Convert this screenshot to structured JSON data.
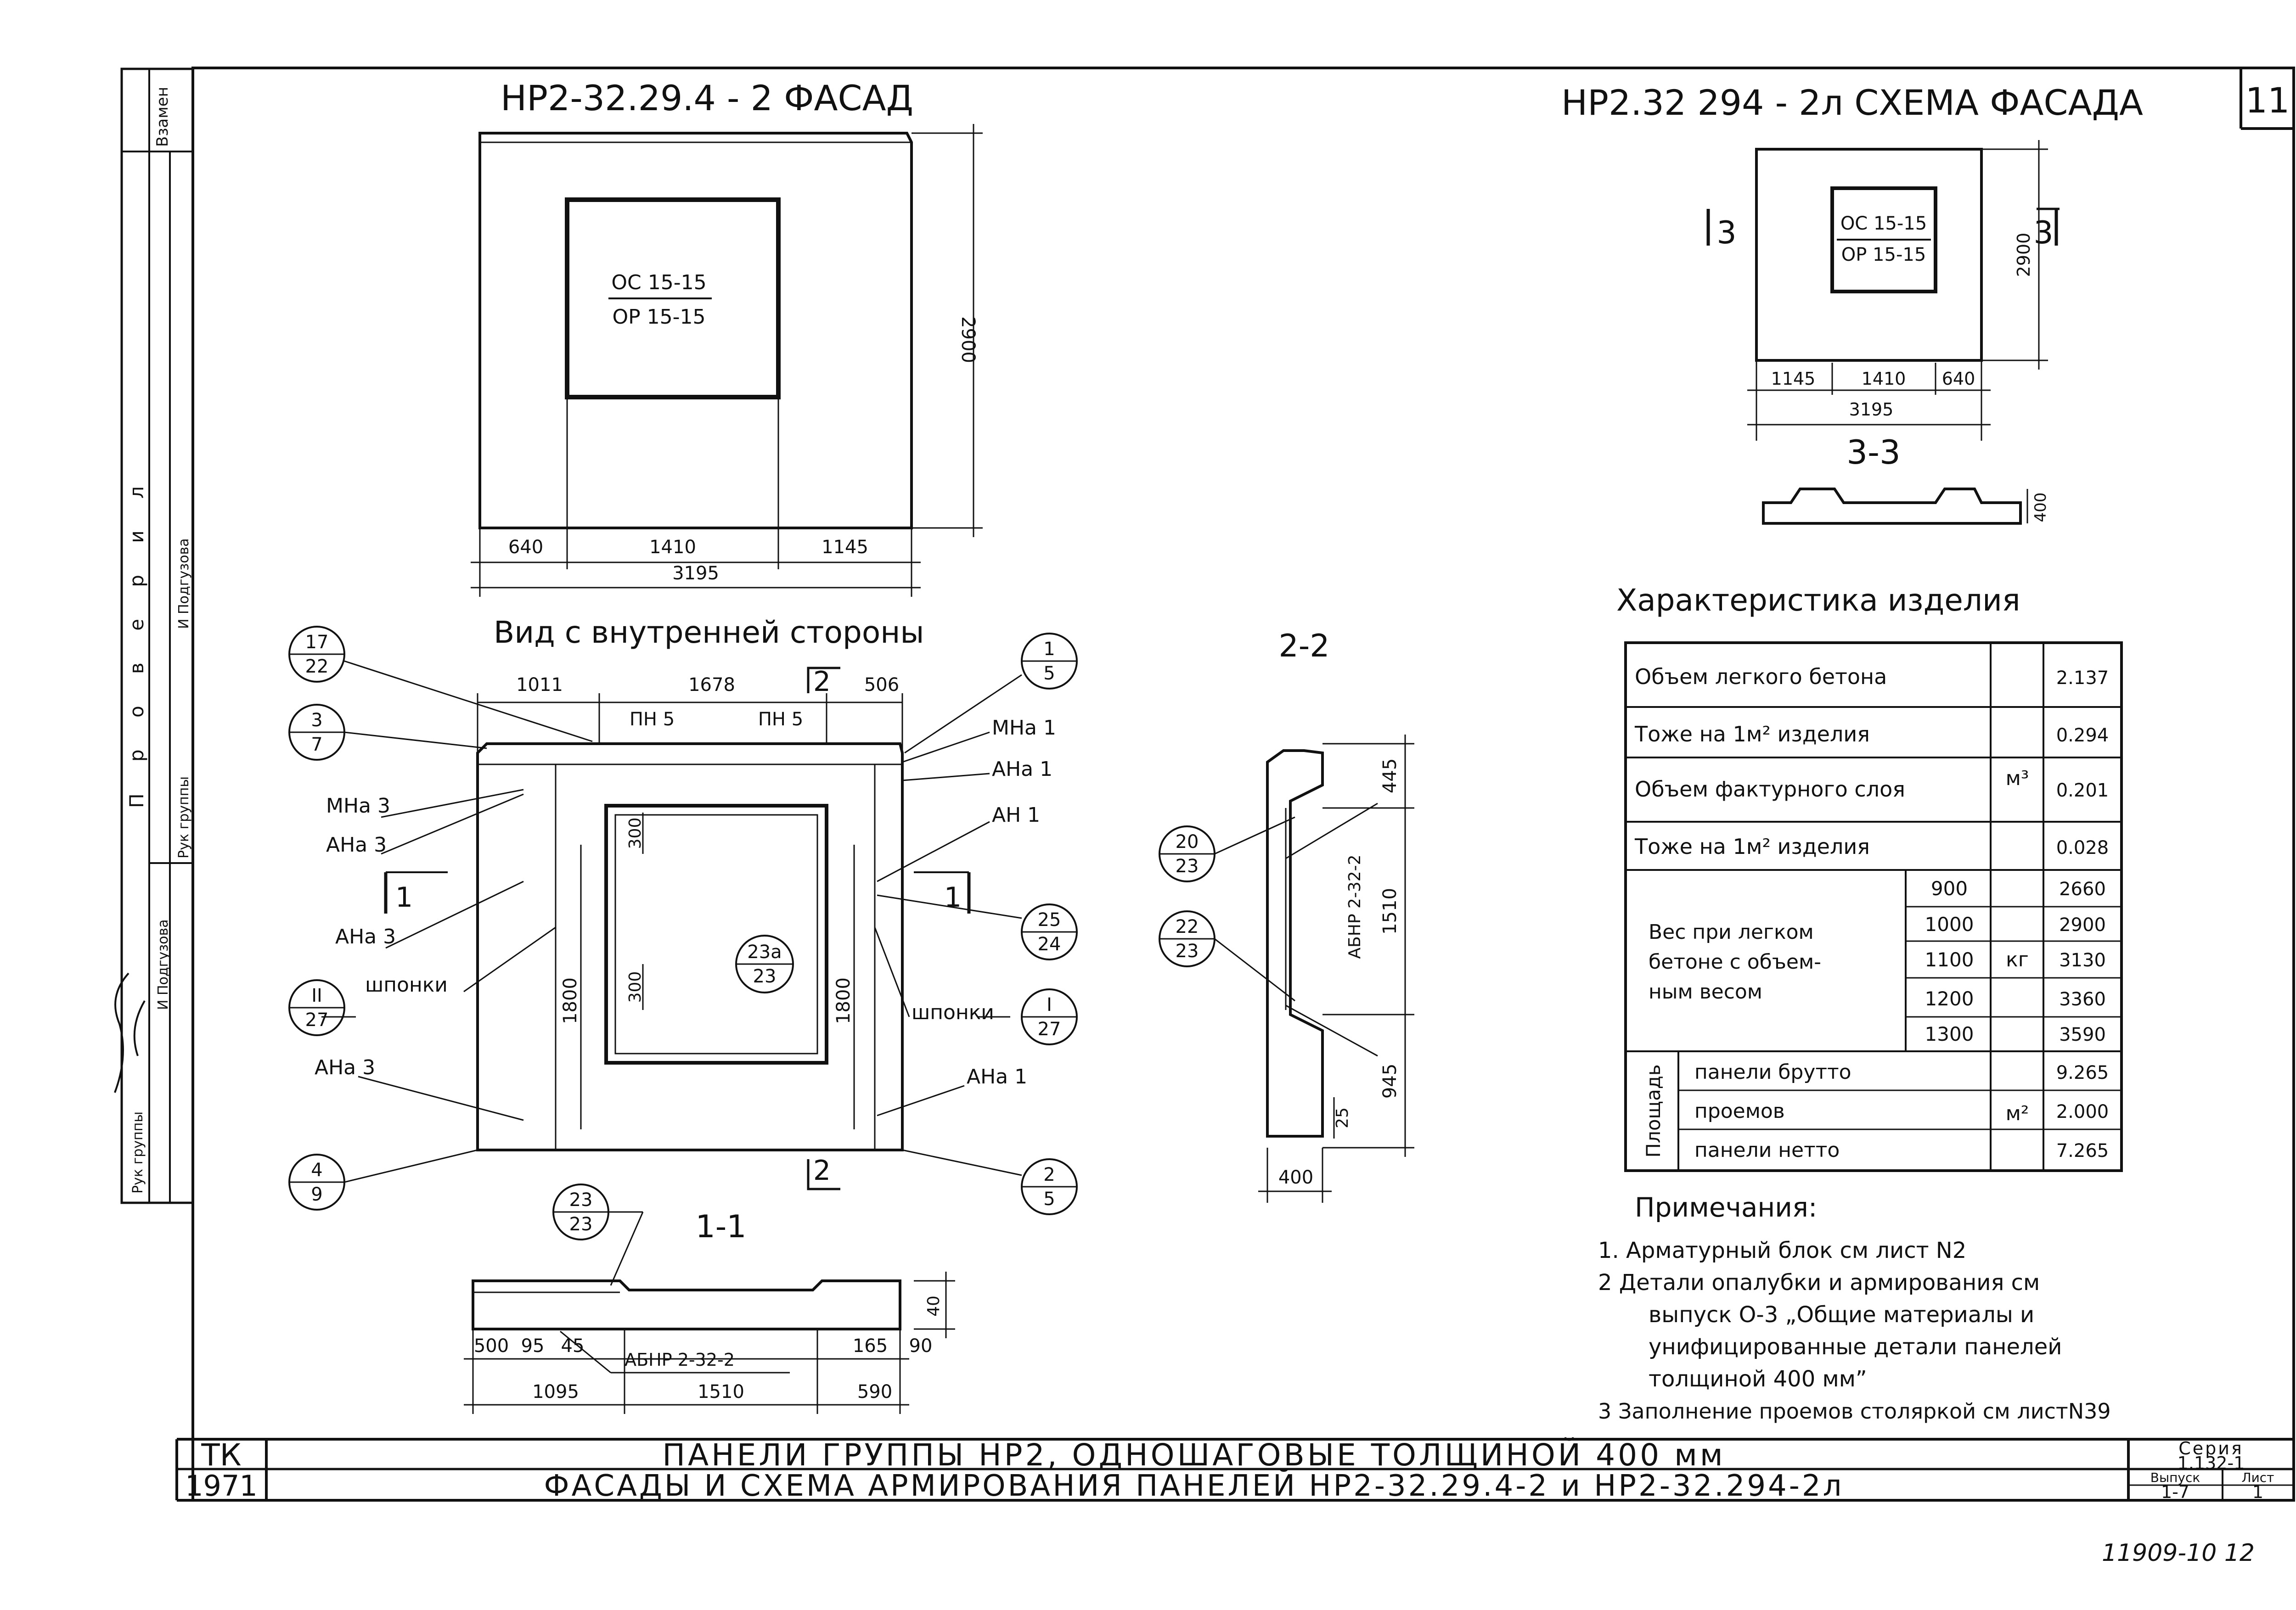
{
  "sheet_number": "11",
  "side_stamp": {
    "vzamen": "Взамен",
    "proveril": "П р о в е р и л",
    "ruk_gruppy_1": "Рук группы",
    "i_podguzova_1": "И Подгузова",
    "ruk_gruppy_2": "Рук группы",
    "i_podguzova_2": "И Подгузова"
  },
  "facade": {
    "title": "НР2-32.29.4 - 2 ФАСАД",
    "window_label_top": "ОС 15-15",
    "window_label_bottom": "ОР 15-15",
    "dim_height": "2900",
    "dim_left": "640",
    "dim_mid": "1410",
    "dim_right": "1145",
    "dim_total": "3195"
  },
  "scheme": {
    "title": "НР2.32 294 - 2л СХЕМА ФАСАДА",
    "window_label_top": "ОС 15-15",
    "window_label_bottom": "ОР 15-15",
    "dim_height": "2900",
    "dim_left": "1145",
    "dim_mid": "1410",
    "dim_right": "640",
    "dim_total": "3195",
    "cut_left": "3",
    "cut_right": "3",
    "section_title": "3-3",
    "section_dim": "400"
  },
  "inner_view": {
    "title": "Вид с внутренней стороны",
    "dim_top_left": "1011",
    "dim_top_mid": "1678",
    "dim_top_right": "506",
    "pn_left": "ПН 5",
    "pn_right": "ПН 5",
    "cut_2_top": "2",
    "cut_2_bottom": "2",
    "cut_1_left": "1",
    "cut_1_right": "1",
    "dim_300_top": "300",
    "dim_300_bottom": "300",
    "dim_1800_left": "1800",
    "dim_1800_right": "1800",
    "label_mna3": "МНа 3",
    "label_ana3_a": "АНа 3",
    "label_ana3_b": "АНа 3",
    "label_ana3_c": "АНа 3",
    "label_mna1": "МНа 1",
    "label_ana1_a": "АНа 1",
    "label_an1": "АН 1",
    "label_ana1_b": "АНа 1",
    "label_shponki_left": "шпонки",
    "label_shponki_right": "шпонки",
    "circles": [
      {
        "top": "17",
        "bottom": "22"
      },
      {
        "top": "3",
        "bottom": "7"
      },
      {
        "top": "II",
        "bottom": "27"
      },
      {
        "top": "4",
        "bottom": "9"
      },
      {
        "top": "1",
        "bottom": "5"
      },
      {
        "top": "25",
        "bottom": "24"
      },
      {
        "top": "I",
        "bottom": "27"
      },
      {
        "top": "2",
        "bottom": "5"
      },
      {
        "top": "23а",
        "bottom": "23"
      }
    ]
  },
  "section_2_2": {
    "title": "2-2",
    "dim_445": "445",
    "dim_1510": "1510",
    "dim_945": "945",
    "dim_25": "25",
    "dim_400": "400",
    "block_label": "АБНР 2-32-2",
    "circle_a_top": "20",
    "circle_a_bottom": "23",
    "circle_b_top": "22",
    "circle_b_bottom": "23"
  },
  "section_1_1": {
    "title": "1-1",
    "circle_top": "23",
    "circle_bottom": "23",
    "block_label": "АБНР 2-32-2",
    "dim_500": "500",
    "dim_95": "95",
    "dim_45": "45",
    "dim_165": "165",
    "dim_90": "90",
    "dim_40": "40",
    "dim_1095": "1095",
    "dim_1510": "1510",
    "dim_590": "590"
  },
  "characteristics": {
    "title": "Характеристика изделия",
    "rows": [
      {
        "label": "Объем легкого бетона",
        "value": "2.137"
      },
      {
        "label": "Тоже на 1м² изделия",
        "value": "0.294"
      },
      {
        "label": "Объем фактурного слоя",
        "value": "0.201"
      },
      {
        "label": "Тоже на 1м² изделия",
        "value": "0.028"
      }
    ],
    "unit_m3": "м³",
    "weight_label_1": "Вес при легком",
    "weight_label_2": "бетоне с объем-",
    "weight_label_3": "ным весом",
    "unit_kg": "кг",
    "weights": [
      {
        "density": "900",
        "value": "2660"
      },
      {
        "density": "1000",
        "value": "2900"
      },
      {
        "density": "1100",
        "value": "3130"
      },
      {
        "density": "1200",
        "value": "3360"
      },
      {
        "density": "1300",
        "value": "3590"
      }
    ],
    "area_group_label": "Площадь",
    "unit_m2": "м²",
    "areas": [
      {
        "label": "панели брутто",
        "value": "9.265"
      },
      {
        "label": "проемов",
        "value": "2.000"
      },
      {
        "label": "панели нетто",
        "value": "7.265"
      }
    ]
  },
  "notes": {
    "title": "Примечания:",
    "line1": "1. Арматурный блок см лист N2",
    "line2": "2 Детали опалубки и армирования см",
    "line3": "выпуск О-3 „Общие материалы и",
    "line4": "унифицированные детали панелей",
    "line5": "толщиной 400 мм”",
    "line6": "3 Заполнение проемов столяркой см листN39"
  },
  "title_block": {
    "org": "ТК",
    "year": "1971",
    "title_line1": "ПАНЕЛИ   ГРУППЫ НР2, ОДНОШАГОВЫЕ ТОЛЩИНОЙ 400 мм",
    "title_line2": "ФАСАДЫ И СХЕМА АРМИРОВАНИЯ ПАНЕЛЕЙ НР2-32.29.4-2 и НР2-32.294-2л",
    "seria_label": "Серия",
    "seria_value": "1.132-1",
    "vypusk_label": "Выпуск",
    "vypusk_value": "1-7",
    "list_label": "Лист",
    "list_value": "1"
  },
  "archive_number": "11909-10   12"
}
